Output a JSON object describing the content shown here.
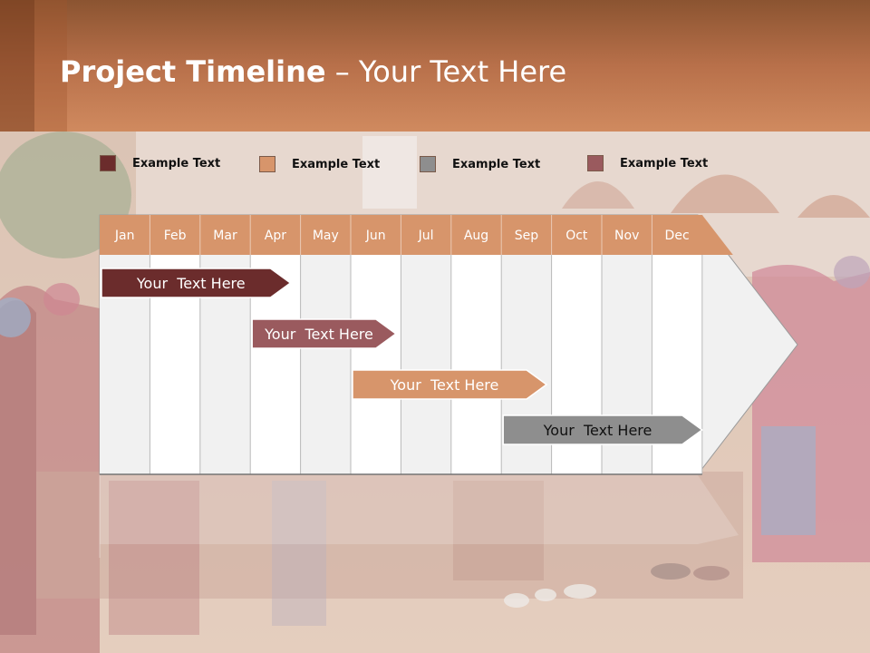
{
  "title": {
    "bold": "Project Timeline",
    "rest": " – Your Text Here"
  },
  "legend": [
    {
      "label": "Example Text",
      "color": "#6b2c2c"
    },
    {
      "label": "Example Text",
      "color": "#d7956b"
    },
    {
      "label": "Example Text",
      "color": "#8e8e8e"
    },
    {
      "label": "Example Text",
      "color": "#9a5a5e"
    }
  ],
  "colors": {
    "header_fill": "#d7956b",
    "grid_fill": "#f1f1f1",
    "grid_line": "#b9b9b9"
  },
  "chart_data": {
    "type": "gantt",
    "categories": [
      "Jan",
      "Feb",
      "Mar",
      "Apr",
      "May",
      "Jun",
      "Jul",
      "Aug",
      "Sep",
      "Oct",
      "Nov",
      "Dec"
    ],
    "tasks": [
      {
        "label": "Your  Text Here",
        "start": 0,
        "end": 3.8,
        "color": "#6b2c2c",
        "text_color": "#ffffff"
      },
      {
        "label": "Your  Text Here",
        "start": 3,
        "end": 5.9,
        "color": "#9a5a5e",
        "text_color": "#ffffff"
      },
      {
        "label": "Your  Text Here",
        "start": 5,
        "end": 8.9,
        "color": "#d7956b",
        "text_color": "#ffffff"
      },
      {
        "label": "Your  Text Here",
        "start": 8,
        "end": 12,
        "color": "#8e8e8e",
        "text_color": "#111111"
      }
    ]
  }
}
